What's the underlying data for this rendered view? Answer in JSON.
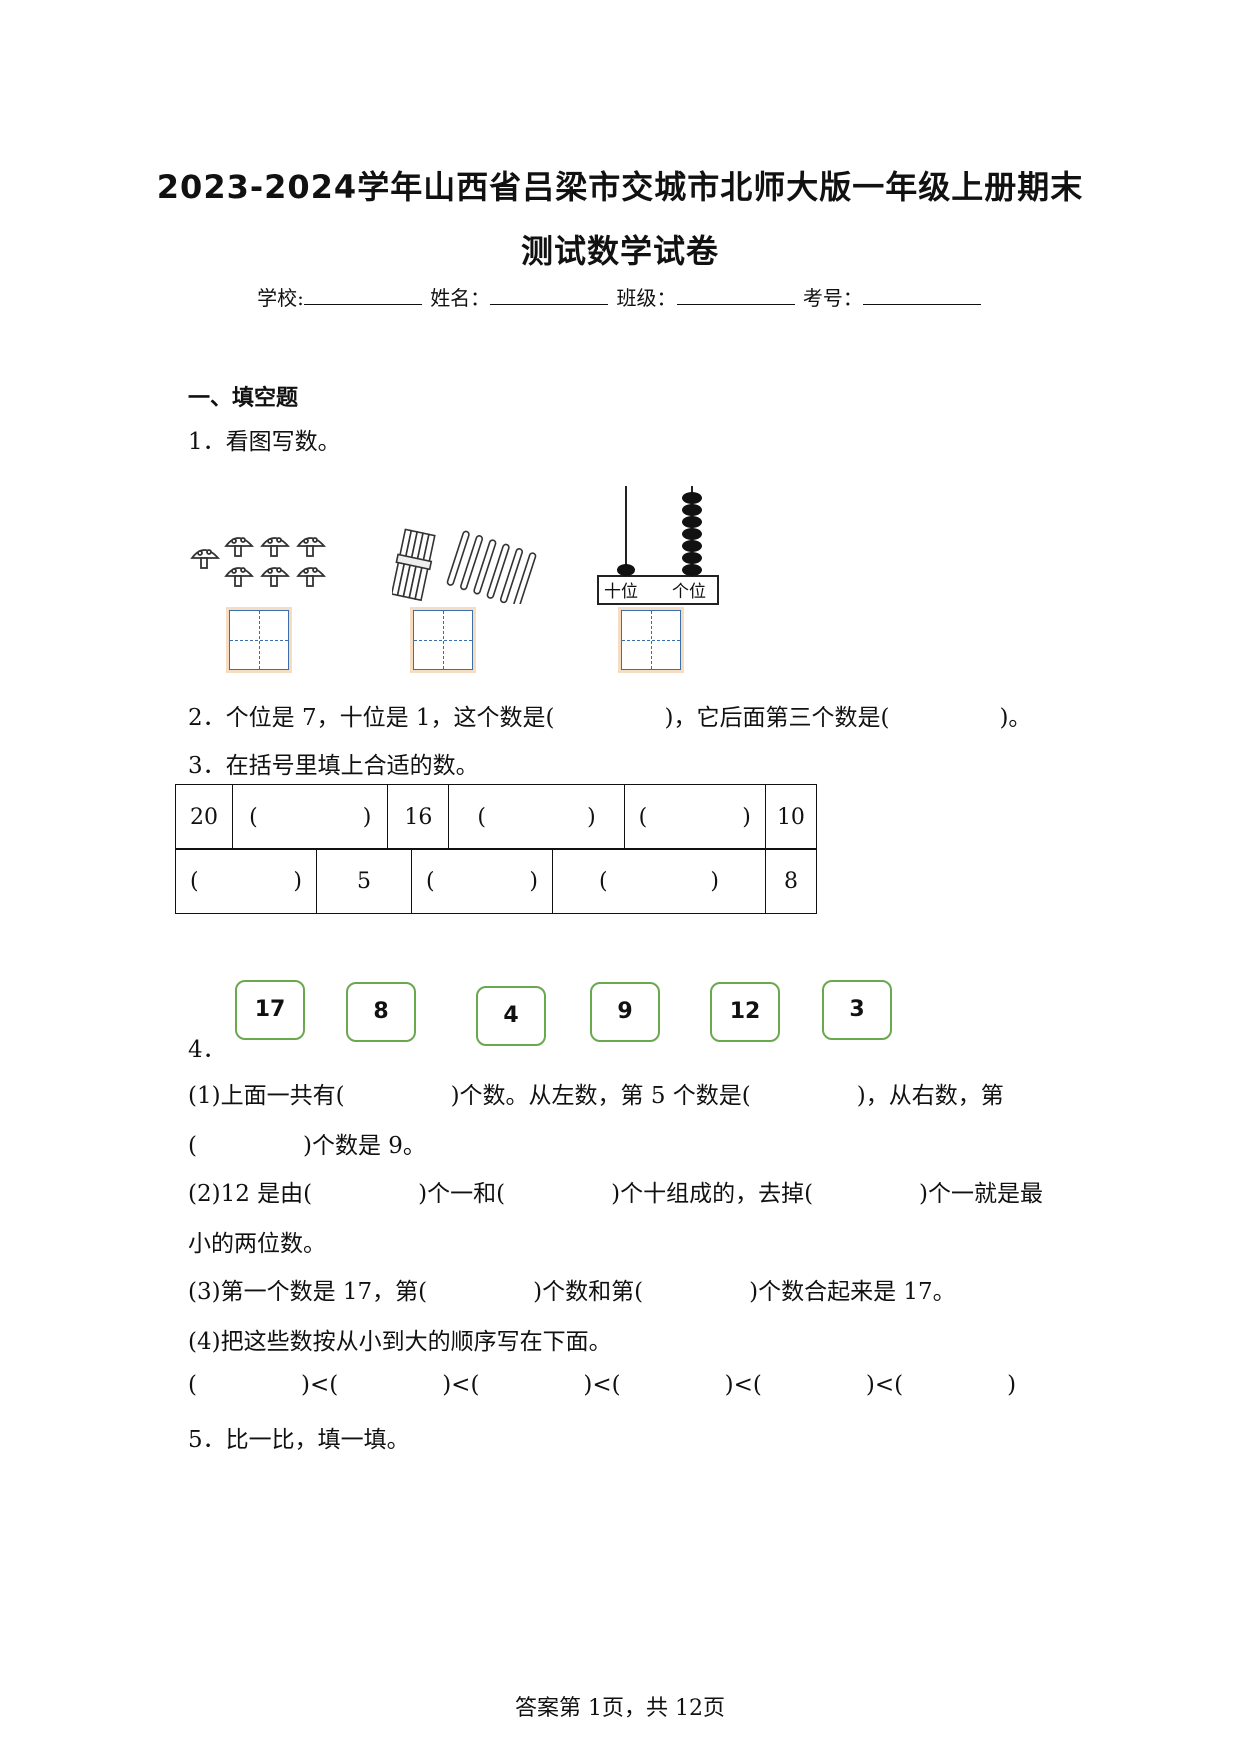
{
  "title_line1": "2023-2024学年山西省吕梁市交城市北师大版一年级上册期末",
  "title_line2": "测试数学试卷",
  "info": {
    "school": "学校:",
    "name": "姓名：",
    "class": "班级：",
    "exam_no": "考号："
  },
  "section1": "一、填空题",
  "q1": "1．看图写数。",
  "q1_abacus_tens": "十位",
  "q1_abacus_ones": "个位",
  "q2": {
    "a": "2．个位是 7，十位是 1，这个数是(",
    "b": ")，它后面第三个数是(",
    "c": ")。"
  },
  "q3": "3．在括号里填上合适的数。",
  "table": {
    "row1": [
      "20",
      "(",
      ")",
      "16",
      "(",
      ")",
      "(",
      ")",
      "10"
    ],
    "row2": [
      "(",
      ")",
      "5",
      "(",
      ")",
      "(",
      ")",
      "8"
    ]
  },
  "q4": "4．",
  "cards": [
    "17",
    "8",
    "4",
    "9",
    "12",
    "3"
  ],
  "q4_1": {
    "a": "(1)上面一共有(",
    "b": ")个数。从左数，第 5 个数是(",
    "c": ")，从右数，第",
    "d": "(",
    "e": ")个数是 9。"
  },
  "q4_2": {
    "a": "(2)12 是由(",
    "b": ")个一和(",
    "c": ")个十组成的，去掉(",
    "d": ")个一就是最",
    "e": "小的两位数。"
  },
  "q4_3": {
    "a": "(3)第一个数是 17，第(",
    "b": ")个数和第(",
    "c": ")个数合起来是 17。"
  },
  "q4_4": "(4)把这些数按从小到大的顺序写在下面。",
  "q4_4_order": {
    "p1": "(",
    "p2": ")<(",
    "p3": ")<(",
    "p4": ")<(",
    "p5": ")<(",
    "p6": ")<(",
    "p7": ")"
  },
  "q5": "5．比一比，填一填。",
  "footer": "答案第 1页，共 12页",
  "colors": {
    "card_border": "#6aa84f",
    "box_border": "#3a6fb0"
  }
}
